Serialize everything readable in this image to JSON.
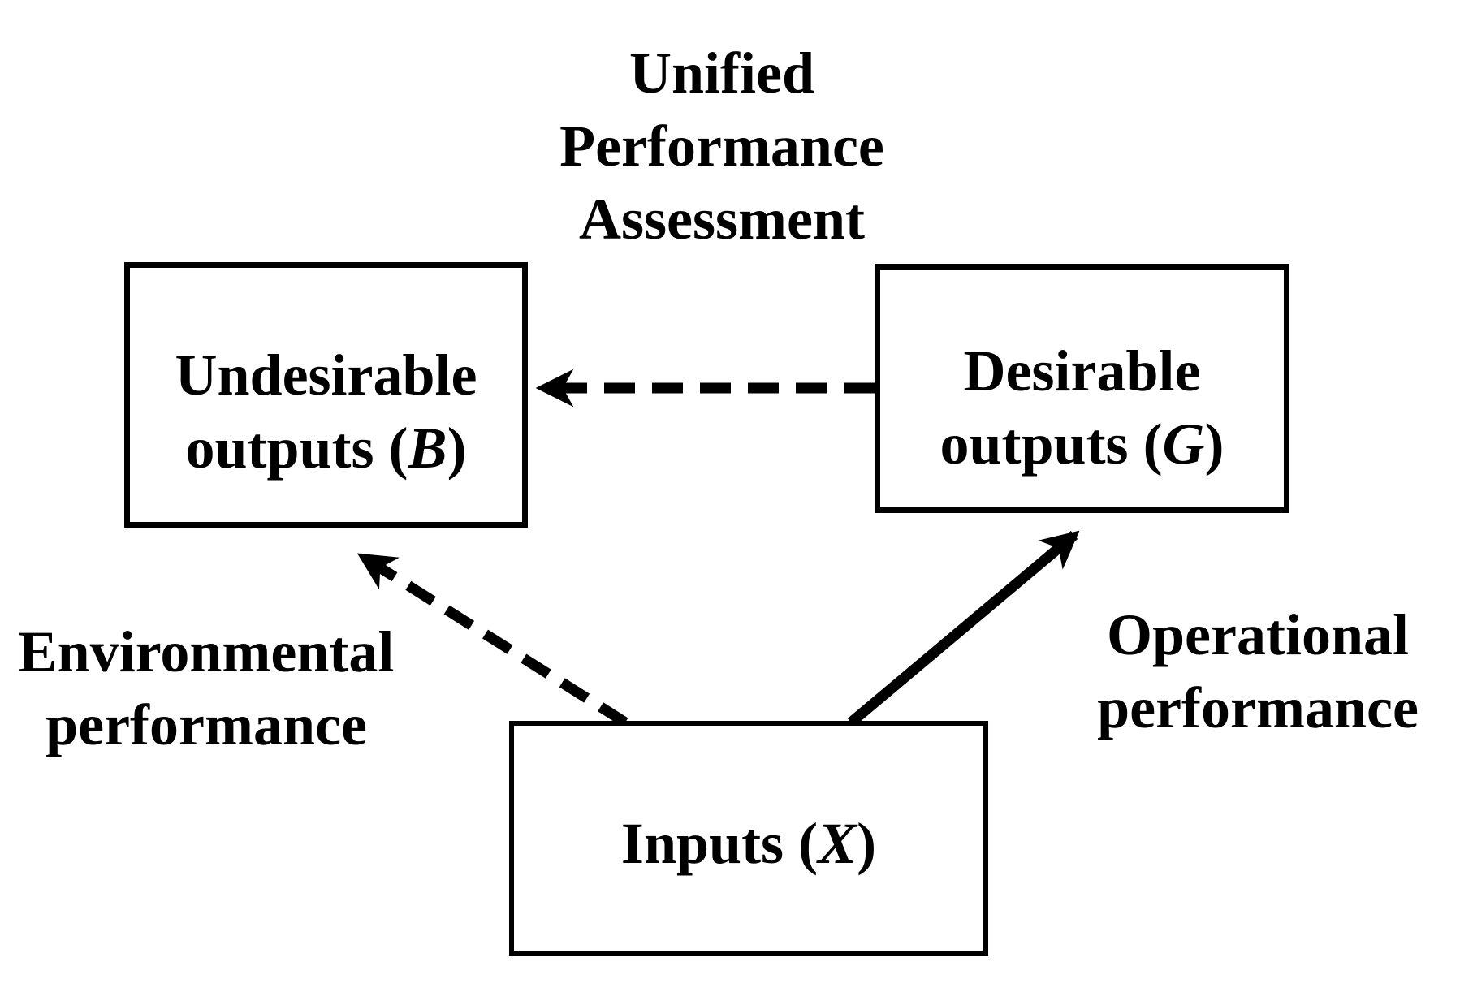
{
  "title": {
    "line1": "Unified",
    "line2": "Performance",
    "line3": "Assessment"
  },
  "boxes": {
    "undesirable": {
      "line1": "Undesirable",
      "line2_pre": "outputs (",
      "variable": "B",
      "line2_post": ")"
    },
    "desirable": {
      "line1": "Desirable",
      "line2_pre": "outputs (",
      "variable": "G",
      "line2_post": ")"
    },
    "inputs": {
      "pre": "Inputs (",
      "variable": "X",
      "post": ")"
    }
  },
  "labels": {
    "environmental": {
      "line1": "Environmental",
      "line2": "performance"
    },
    "operational": {
      "line1": "Operational",
      "line2": "performance"
    }
  },
  "arrows": [
    {
      "id": "desirable-to-undesirable",
      "style": "dashed",
      "from": "Desirable outputs (G)",
      "to": "Undesirable outputs (B)"
    },
    {
      "id": "inputs-to-undesirable",
      "style": "dashed",
      "from": "Inputs (X)",
      "to": "Undesirable outputs (B)"
    },
    {
      "id": "inputs-to-desirable",
      "style": "solid",
      "from": "Inputs (X)",
      "to": "Desirable outputs (G)"
    }
  ],
  "colors": {
    "ink": "#000000",
    "background": "#ffffff"
  }
}
